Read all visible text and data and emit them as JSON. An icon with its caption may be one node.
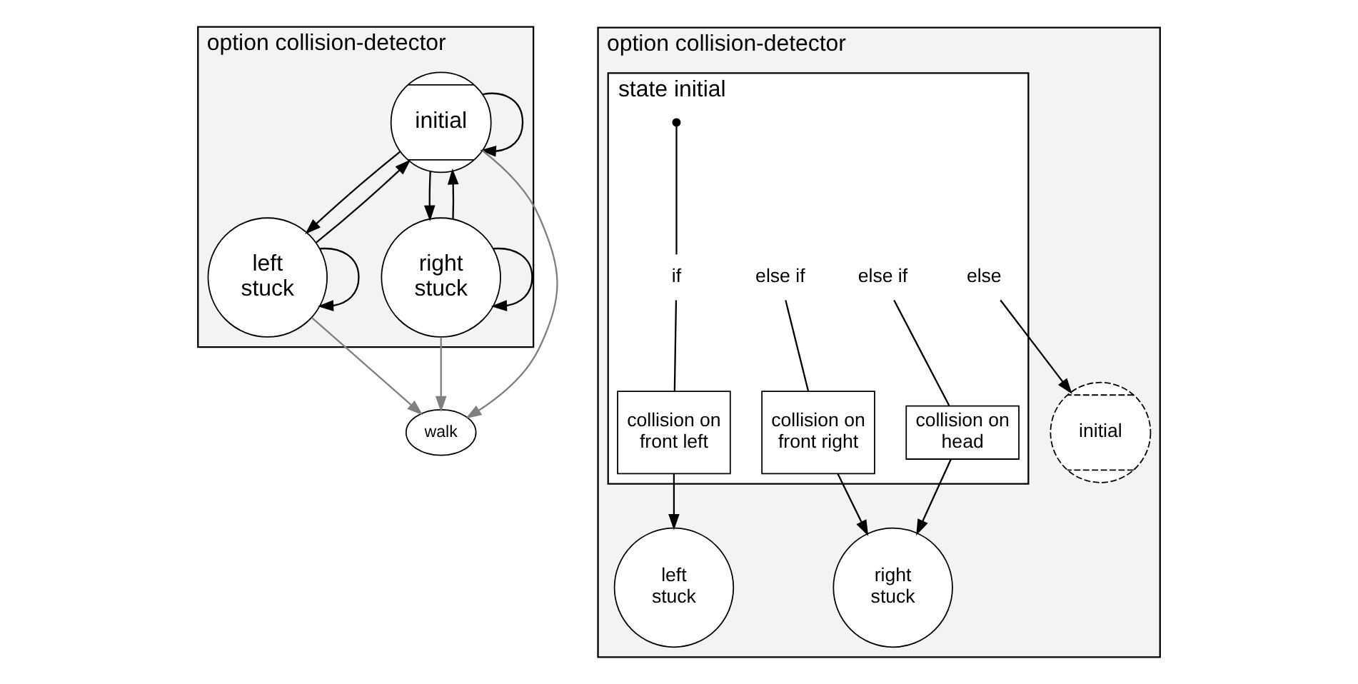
{
  "diagram": {
    "nodes": [
      {
        "text": [
          "option collision-detector"
        ]
      },
      {
        "text": [
          "initial"
        ],
        "in": 0
      },
      {
        "text": [
          "left stuck"
        ],
        "in": 0
      },
      {
        "text": [
          "right stuck"
        ],
        "in": 0
      },
      {
        "text": [
          "walk"
        ]
      },
      {
        "text": [
          "option collision-detector"
        ]
      },
      {
        "text": [
          "state initial"
        ],
        "in": 5
      },
      {
        "text": [],
        "shape": "circle",
        "in": 6
      },
      {
        "text": [
          "if"
        ],
        "in": 6
      },
      {
        "text": [
          "else if"
        ],
        "in": 6
      },
      {
        "text": [
          "else if"
        ],
        "in": 6
      },
      {
        "text": [
          "else"
        ],
        "in": 6
      },
      {
        "text": [
          "collision on front left"
        ],
        "in": 6
      },
      {
        "text": [
          "collision on front right"
        ],
        "in": 6
      },
      {
        "text": [
          "collision on head"
        ],
        "in": 6
      },
      {
        "text": [
          "left stuck"
        ],
        "in": 5
      },
      {
        "text": [
          "right stuck"
        ],
        "in": 5
      },
      {
        "text": [
          "initial"
        ],
        "in": 5
      }
    ],
    "edges": [
      {
        "from": 1,
        "to": 1,
        "arrow": "to"
      },
      {
        "from": 1,
        "to": 2,
        "arrow": "to"
      },
      {
        "from": 2,
        "to": 1,
        "arrow": "to"
      },
      {
        "from": 2,
        "to": 2,
        "arrow": "to"
      },
      {
        "from": 1,
        "to": 3,
        "arrow": "to"
      },
      {
        "from": 3,
        "to": 1,
        "arrow": "to"
      },
      {
        "from": 3,
        "to": 3,
        "arrow": "to"
      },
      {
        "from": 2,
        "to": 4,
        "arrow": "to",
        "color": "#808080"
      },
      {
        "from": 3,
        "to": 4,
        "arrow": "to",
        "color": "#808080"
      },
      {
        "from": 1,
        "to": 4,
        "arrow": "to",
        "color": "#808080"
      },
      {
        "from": 7,
        "to": 8,
        "arrow": "none"
      },
      {
        "from": 8,
        "to": 12,
        "arrow": "none"
      },
      {
        "from": 9,
        "to": 13,
        "arrow": "none"
      },
      {
        "from": 10,
        "to": 14,
        "arrow": "none"
      },
      {
        "from": 12,
        "to": 15,
        "arrow": "to"
      },
      {
        "from": 13,
        "to": 16,
        "arrow": "to"
      },
      {
        "from": 14,
        "to": 16,
        "arrow": "to"
      },
      {
        "from": 11,
        "to": 17,
        "arrow": "to"
      }
    ]
  }
}
